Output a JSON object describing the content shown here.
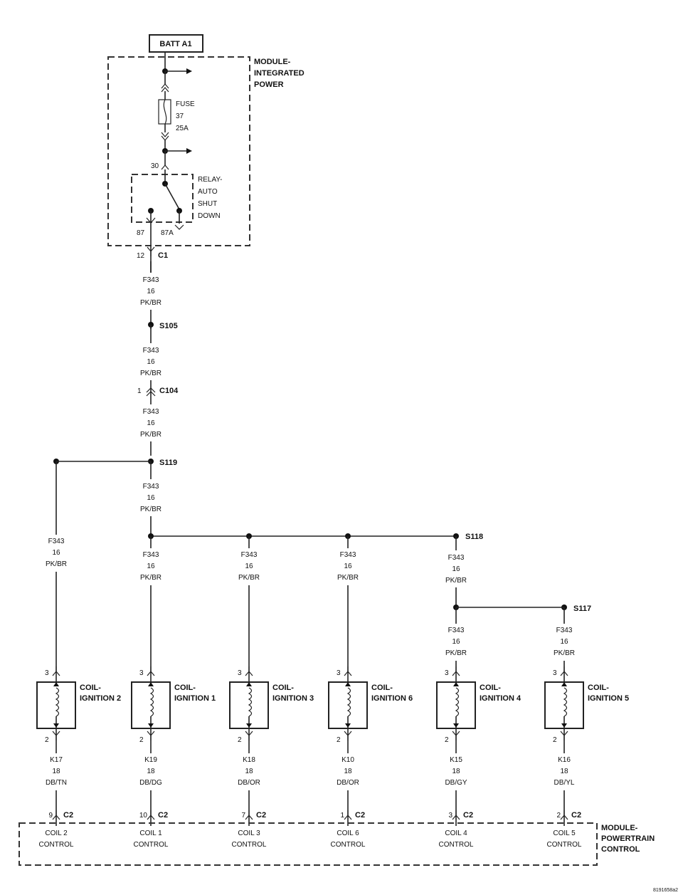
{
  "battery": {
    "label": "BATT A1"
  },
  "ipm": {
    "title": [
      "MODULE-",
      "INTEGRATED",
      "POWER"
    ],
    "fuse": [
      "FUSE",
      "37",
      "25A"
    ],
    "relay": [
      "RELAY-",
      "AUTO",
      "SHUT",
      "DOWN"
    ],
    "pin_30": "30",
    "pin_87": "87",
    "pin_87a": "87A"
  },
  "main_wire": {
    "c1": {
      "pin": "12",
      "name": "C1"
    },
    "wire_label": [
      "F343",
      "16",
      "PK/BR"
    ],
    "s105": "S105",
    "c104": {
      "pin": "1",
      "name": "C104"
    },
    "s119": "S119",
    "s118": "S118",
    "s117": "S117"
  },
  "coils": [
    {
      "name": [
        "COIL-",
        "IGNITION 2"
      ],
      "pin_in": "3",
      "pin_out": "2",
      "wire": [
        "K17",
        "18",
        "DB/TN"
      ],
      "c2_pin": "9",
      "control": [
        "COIL 2",
        "CONTROL"
      ]
    },
    {
      "name": [
        "COIL-",
        "IGNITION 1"
      ],
      "pin_in": "3",
      "pin_out": "2",
      "wire": [
        "K19",
        "18",
        "DB/DG"
      ],
      "c2_pin": "10",
      "control": [
        "COIL 1",
        "CONTROL"
      ]
    },
    {
      "name": [
        "COIL-",
        "IGNITION 3"
      ],
      "pin_in": "3",
      "pin_out": "2",
      "wire": [
        "K18",
        "18",
        "DB/OR"
      ],
      "c2_pin": "7",
      "control": [
        "COIL 3",
        "CONTROL"
      ]
    },
    {
      "name": [
        "COIL-",
        "IGNITION 6"
      ],
      "pin_in": "3",
      "pin_out": "2",
      "wire": [
        "K10",
        "18",
        "DB/OR"
      ],
      "c2_pin": "1",
      "control": [
        "COIL 6",
        "CONTROL"
      ]
    },
    {
      "name": [
        "COIL-",
        "IGNITION 4"
      ],
      "pin_in": "3",
      "pin_out": "2",
      "wire": [
        "K15",
        "18",
        "DB/GY"
      ],
      "c2_pin": "3",
      "control": [
        "COIL 4",
        "CONTROL"
      ]
    },
    {
      "name": [
        "COIL-",
        "IGNITION 5"
      ],
      "pin_in": "3",
      "pin_out": "2",
      "wire": [
        "K16",
        "18",
        "DB/YL"
      ],
      "c2_pin": "2",
      "control": [
        "COIL 5",
        "CONTROL"
      ]
    }
  ],
  "c2_name": "C2",
  "pcm": {
    "title": [
      "MODULE-",
      "POWERTRAIN",
      "CONTROL"
    ]
  },
  "figure_id": "8191658a2"
}
